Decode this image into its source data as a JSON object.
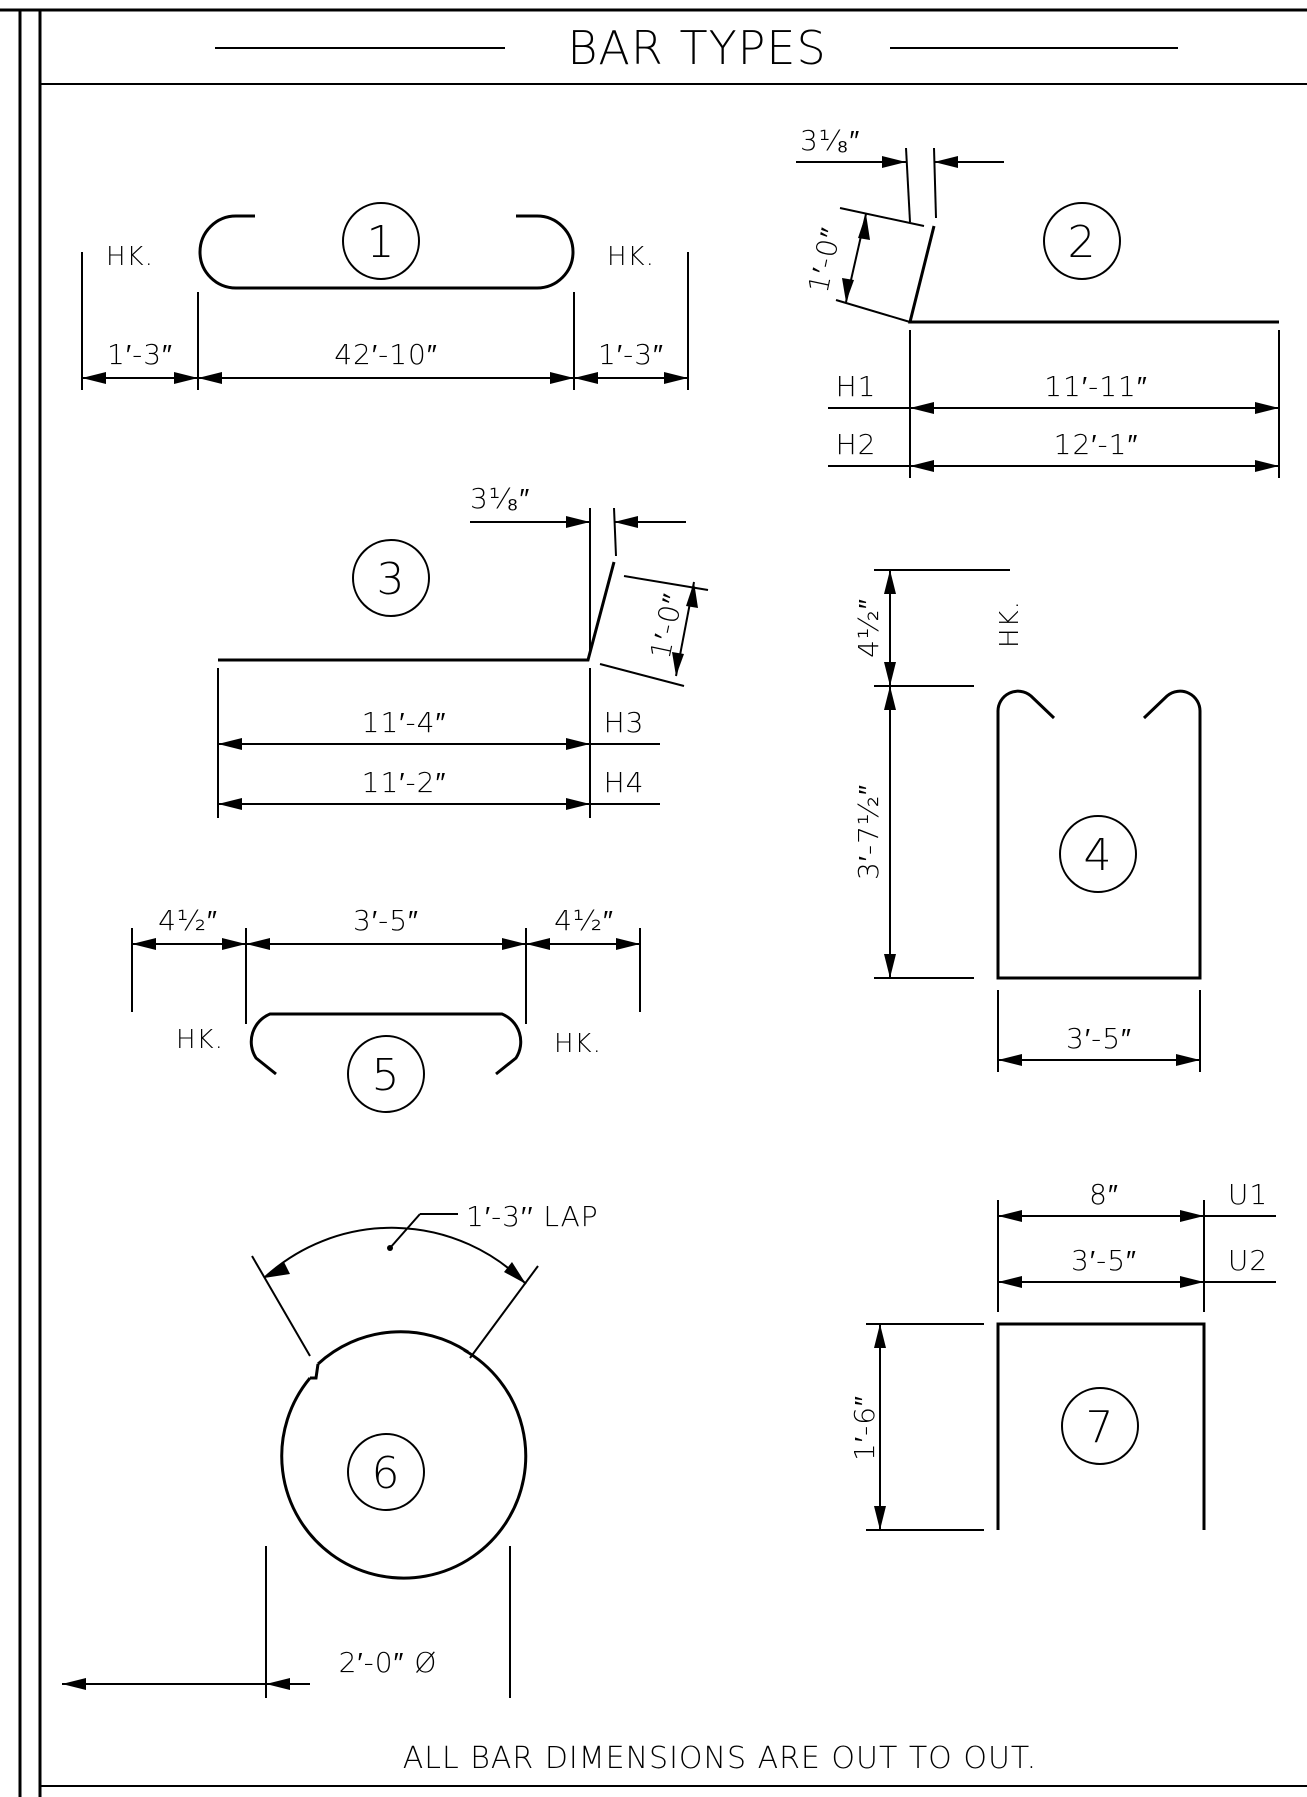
{
  "title": "BAR TYPES",
  "bars": {
    "bar1": {
      "number": "1",
      "hook_left": "HK.",
      "hook_right": "HK.",
      "dim_left": "1′-3″",
      "dim_main": "42′-10″",
      "dim_right": "1′-3″"
    },
    "bar2": {
      "number": "2",
      "offset": "3¹⁄₈″",
      "leg": "1′-0″",
      "mark_h1": "H1",
      "len_h1": "11′-11″",
      "mark_h2": "H2",
      "len_h2": "12′-1″"
    },
    "bar3": {
      "number": "3",
      "offset": "3¹⁄₈″",
      "leg": "1′-0″",
      "mark_h3": "H3",
      "len_h3": "11′-4″",
      "mark_h4": "H4",
      "len_h4": "11′-2″"
    },
    "bar4": {
      "number": "4",
      "hook": "HK.",
      "dim_hook": "4¹⁄₂″",
      "dim_height": "3′-7¹⁄₂″",
      "dim_width": "3′-5″"
    },
    "bar5": {
      "number": "5",
      "hook_left": "HK.",
      "hook_right": "HK.",
      "dim_left": "4¹⁄₂″",
      "dim_main": "3′-5″",
      "dim_right": "4¹⁄₂″"
    },
    "bar6": {
      "number": "6",
      "lap": "1′-3′′ LAP",
      "diameter": "2′-0″ Ø"
    },
    "bar7": {
      "number": "7",
      "mark_u1": "U1",
      "len_u1": "8″",
      "mark_u2": "U2",
      "len_u2": "3′-5″",
      "height": "1′-6″"
    }
  },
  "note": "ALL BAR DIMENSIONS ARE OUT TO OUT."
}
